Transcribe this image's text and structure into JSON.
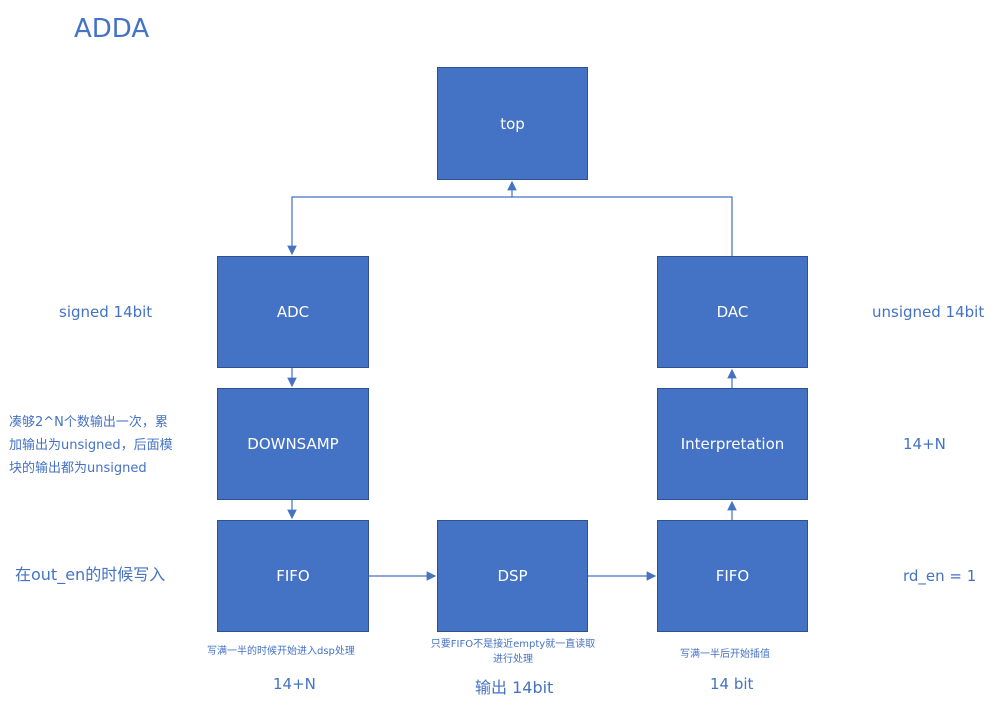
{
  "title": "ADDA",
  "colors": {
    "box": "#4472C4",
    "text": "#4472C4",
    "line": "#4472C4"
  },
  "blocks": {
    "top": "top",
    "adc": "ADC",
    "downsamp": "DOWNSAMP",
    "fifo_in": "FIFO",
    "dsp": "DSP",
    "fifo_out": "FIFO",
    "interp": "Interpretation",
    "dac": "DAC"
  },
  "labels": {
    "adc_left": "signed 14bit",
    "dac_right": "unsigned 14bit",
    "downsamp_note": [
      "凑够2^N个数输出一次，累",
      "加输出为unsigned，后面模",
      "块的输出都为unsigned"
    ],
    "fifo_write": "在out_en的时候写入",
    "interp_right": "14+N",
    "rd_en": "rd_en = 1",
    "fifo_in_note": "写满一半的时候开始进入dsp处理",
    "dsp_note": [
      "只要FIFO不是接近empty就一直读取",
      "进行处理"
    ],
    "fifo_out_note": "写满一半后开始插值",
    "fifo_in_width": "14+N",
    "dsp_width": "输出 14bit",
    "fifo_out_width": "14 bit"
  }
}
